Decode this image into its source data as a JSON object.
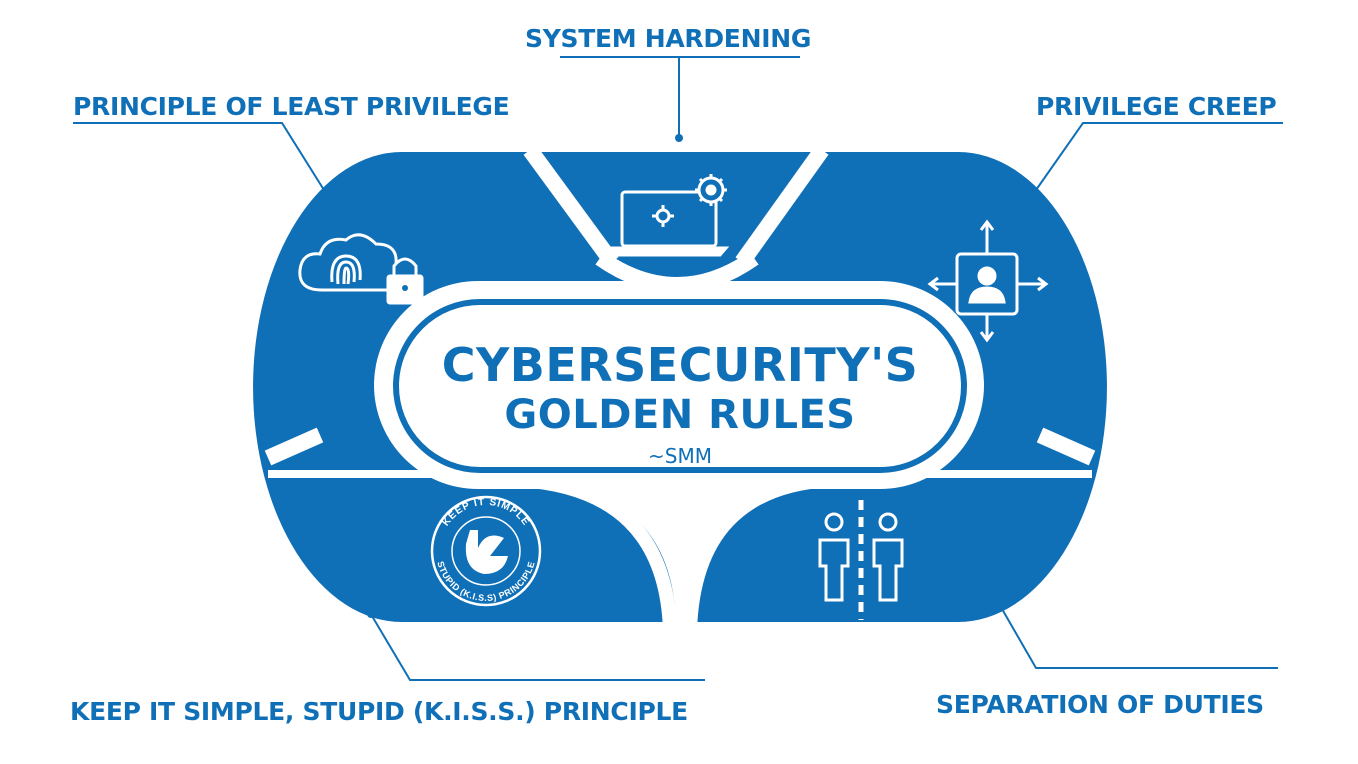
{
  "title": {
    "line1": "CYBERSECURITY'S",
    "line2": "GOLDEN RULES",
    "author": "~SMM"
  },
  "rules": {
    "system_hardening": "SYSTEM HARDENING",
    "least_privilege": "PRINCIPLE OF LEAST PRIVILEGE",
    "privilege_creep": "PRIVILEGE CREEP",
    "kiss": "KEEP IT SIMPLE, STUPID (K.I.S.S.) PRINCIPLE",
    "separation_of_duties": "SEPARATION OF DUTIES"
  },
  "kiss_badge": {
    "top_text": "KEEP IT SIMPLE",
    "bottom_text": "STUPID (K.I.S.S) PRINCIPLE"
  },
  "icons": {
    "system_hardening": "laptop-gear-icon",
    "least_privilege": "cloud-fingerprint-lock-icon",
    "privilege_creep": "user-arrows-icon",
    "kiss": "kiss-hand-badge-icon",
    "separation_of_duties": "two-people-divider-icon"
  },
  "colors": {
    "primary": "#0f6fb7",
    "background": "#ffffff"
  }
}
